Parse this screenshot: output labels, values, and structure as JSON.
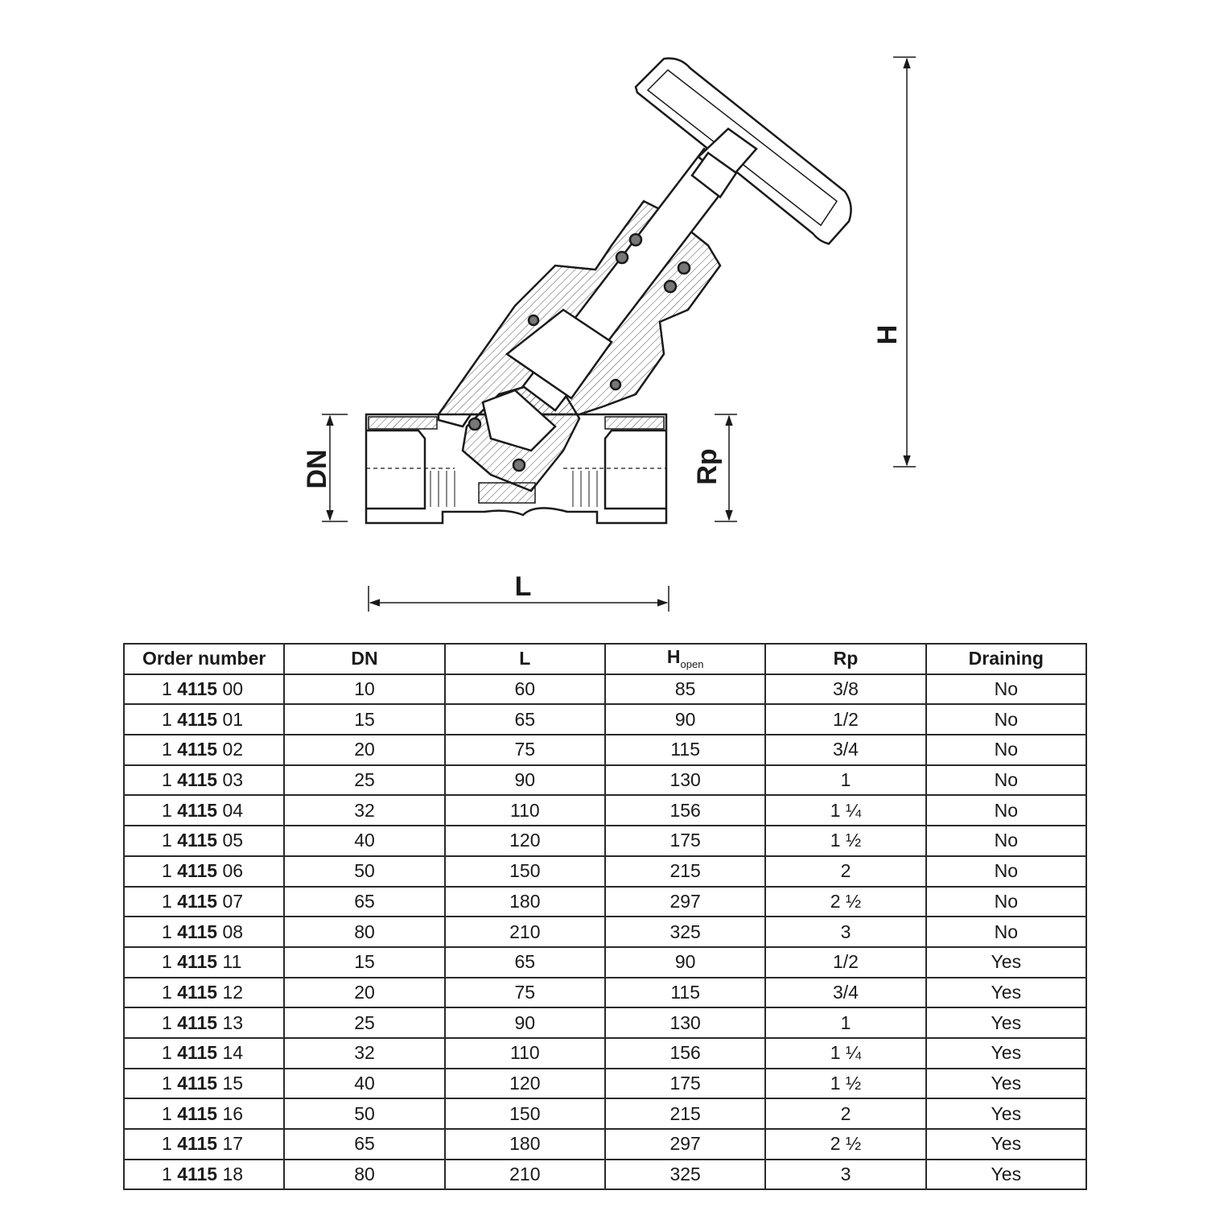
{
  "drawing": {
    "dimension_labels": {
      "dn": "DN",
      "rp": "Rp",
      "l": "L",
      "h": "H"
    }
  },
  "table": {
    "headers": {
      "order_number": "Order number",
      "dn": "DN",
      "l": "L",
      "h_main": "H",
      "h_sub": "open",
      "rp": "Rp",
      "draining": "Draining"
    },
    "rows": [
      {
        "prefix": "1",
        "series": "4115",
        "suffix": "00",
        "dn": "10",
        "l": "60",
        "h": "85",
        "rp": "3/8",
        "draining": "No"
      },
      {
        "prefix": "1",
        "series": "4115",
        "suffix": "01",
        "dn": "15",
        "l": "65",
        "h": "90",
        "rp": "1/2",
        "draining": "No"
      },
      {
        "prefix": "1",
        "series": "4115",
        "suffix": "02",
        "dn": "20",
        "l": "75",
        "h": "115",
        "rp": "3/4",
        "draining": "No"
      },
      {
        "prefix": "1",
        "series": "4115",
        "suffix": "03",
        "dn": "25",
        "l": "90",
        "h": "130",
        "rp": "1",
        "draining": "No"
      },
      {
        "prefix": "1",
        "series": "4115",
        "suffix": "04",
        "dn": "32",
        "l": "110",
        "h": "156",
        "rp": "1 ¼",
        "draining": "No"
      },
      {
        "prefix": "1",
        "series": "4115",
        "suffix": "05",
        "dn": "40",
        "l": "120",
        "h": "175",
        "rp": "1 ½",
        "draining": "No"
      },
      {
        "prefix": "1",
        "series": "4115",
        "suffix": "06",
        "dn": "50",
        "l": "150",
        "h": "215",
        "rp": "2",
        "draining": "No"
      },
      {
        "prefix": "1",
        "series": "4115",
        "suffix": "07",
        "dn": "65",
        "l": "180",
        "h": "297",
        "rp": "2 ½",
        "draining": "No"
      },
      {
        "prefix": "1",
        "series": "4115",
        "suffix": "08",
        "dn": "80",
        "l": "210",
        "h": "325",
        "rp": "3",
        "draining": "No"
      },
      {
        "prefix": "1",
        "series": "4115",
        "suffix": "11",
        "dn": "15",
        "l": "65",
        "h": "90",
        "rp": "1/2",
        "draining": "Yes"
      },
      {
        "prefix": "1",
        "series": "4115",
        "suffix": "12",
        "dn": "20",
        "l": "75",
        "h": "115",
        "rp": "3/4",
        "draining": "Yes"
      },
      {
        "prefix": "1",
        "series": "4115",
        "suffix": "13",
        "dn": "25",
        "l": "90",
        "h": "130",
        "rp": "1",
        "draining": "Yes"
      },
      {
        "prefix": "1",
        "series": "4115",
        "suffix": "14",
        "dn": "32",
        "l": "110",
        "h": "156",
        "rp": "1 ¼",
        "draining": "Yes"
      },
      {
        "prefix": "1",
        "series": "4115",
        "suffix": "15",
        "dn": "40",
        "l": "120",
        "h": "175",
        "rp": "1 ½",
        "draining": "Yes"
      },
      {
        "prefix": "1",
        "series": "4115",
        "suffix": "16",
        "dn": "50",
        "l": "150",
        "h": "215",
        "rp": "2",
        "draining": "Yes"
      },
      {
        "prefix": "1",
        "series": "4115",
        "suffix": "17",
        "dn": "65",
        "l": "180",
        "h": "297",
        "rp": "2 ½",
        "draining": "Yes"
      },
      {
        "prefix": "1",
        "series": "4115",
        "suffix": "18",
        "dn": "80",
        "l": "210",
        "h": "325",
        "rp": "3",
        "draining": "Yes"
      }
    ]
  }
}
